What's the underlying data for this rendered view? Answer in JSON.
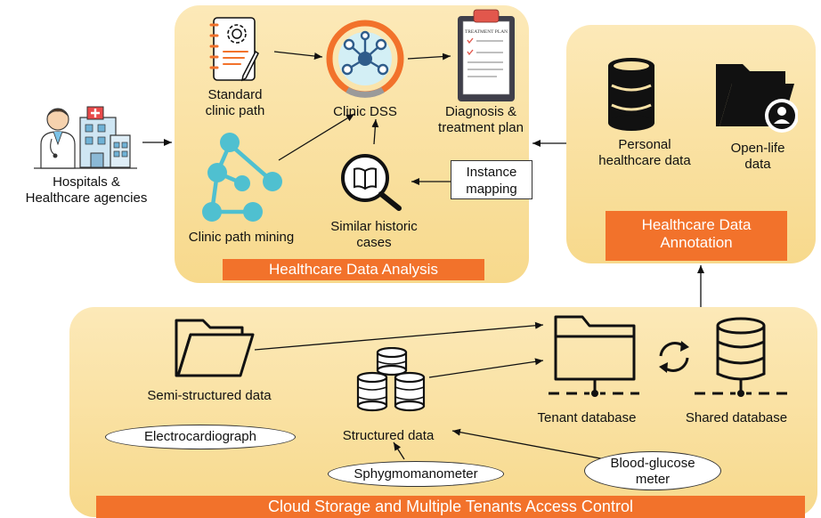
{
  "hospitals": {
    "label_line1": "Hospitals &",
    "label_line2": "Healthcare agencies"
  },
  "analysis": {
    "banner": "Healthcare Data Analysis",
    "standard_line1": "Standard",
    "standard_line2": "clinic path",
    "dss": "Clinic DSS",
    "plan_line1": "Diagnosis &",
    "plan_line2": "treatment plan",
    "plan_card_text": "TREATMENT PLAN",
    "mining": "Clinic path mining",
    "similar_line1": "Similar historic",
    "similar_line2": "cases",
    "instance_line1": "Instance",
    "instance_line2": "mapping"
  },
  "annotation": {
    "banner_line1": "Healthcare Data",
    "banner_line2": "Annotation",
    "personal_line1": "Personal",
    "personal_line2": "healthcare data",
    "openlife_line1": "Open-life",
    "openlife_line2": "data"
  },
  "cloud": {
    "banner": "Cloud Storage and Multiple Tenants Access Control",
    "semi": "Semi-structured data",
    "ecg": "Electrocardiograph",
    "structured": "Structured data",
    "sphyg": "Sphygmomanometer",
    "glucose_line1": "Blood-glucose",
    "glucose_line2": "meter",
    "tenant": "Tenant database",
    "shared": "Shared database"
  },
  "colors": {
    "panel": "#f9e2a6",
    "banner": "#f2722b",
    "teal": "#3fbfd0",
    "ink": "#111111"
  }
}
